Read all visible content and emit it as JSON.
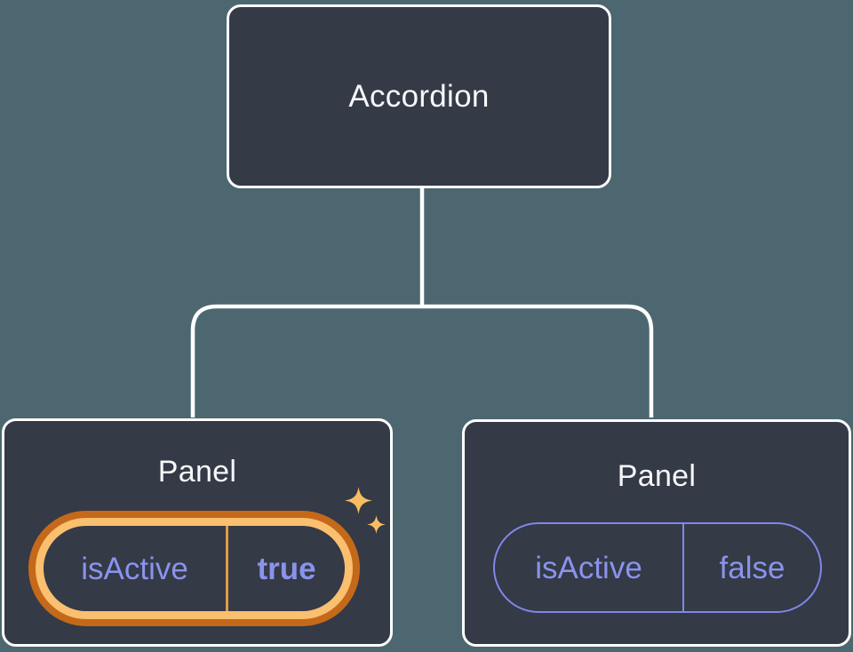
{
  "tree": {
    "root": {
      "label": "Accordion"
    },
    "children": [
      {
        "label": "Panel",
        "state": {
          "key": "isActive",
          "value": "true"
        },
        "highlighted": true
      },
      {
        "label": "Panel",
        "state": {
          "key": "isActive",
          "value": "false"
        },
        "highlighted": false
      }
    ]
  },
  "icons": [
    {
      "name": "sparkle-icon-large"
    },
    {
      "name": "sparkle-icon-small"
    }
  ],
  "colors": {
    "background": "#4D6770",
    "node_fill": "#343A46",
    "node_border": "#FFFFFF",
    "connector": "#FFFFFF",
    "title_text": "#F6F7F9",
    "state_text": "#8A93EC",
    "state_border": "#7E88E8",
    "highlight_outer": "#C4691A",
    "highlight_ring": "#FABF6F",
    "highlight_divider": "#DF9B49",
    "sparkle": "#F8BC63"
  }
}
